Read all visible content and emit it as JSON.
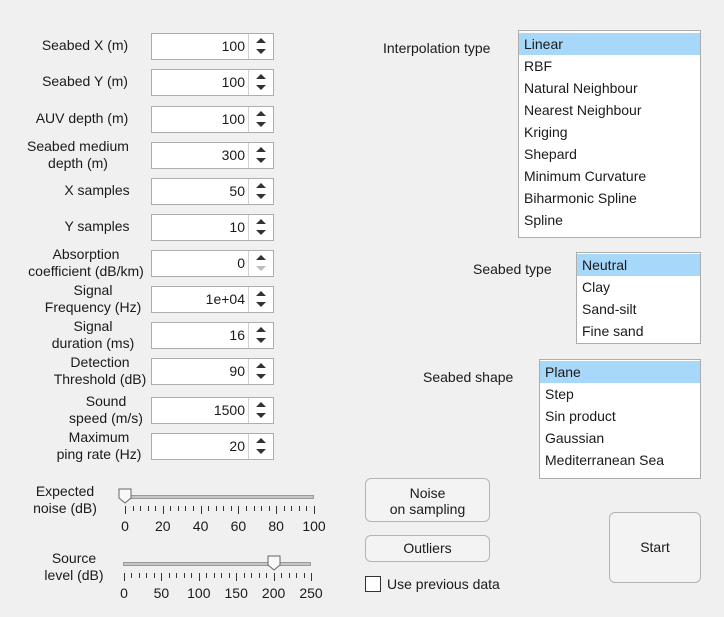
{
  "params": [
    {
      "label": "Seabed X (m)",
      "value": "100",
      "down_disabled": false
    },
    {
      "label": "Seabed Y (m)",
      "value": "100",
      "down_disabled": false
    },
    {
      "label": "AUV depth (m)",
      "value": "100",
      "down_disabled": false
    },
    {
      "label": "Seabed medium\ndepth (m)",
      "value": "300",
      "down_disabled": false
    },
    {
      "label": "X samples",
      "value": "50",
      "down_disabled": false
    },
    {
      "label": "Y samples",
      "value": "10",
      "down_disabled": false
    },
    {
      "label": "Absorption\ncoefficient (dB/km)",
      "value": "0",
      "down_disabled": true
    },
    {
      "label": "Signal\nFrequency (Hz)",
      "value": "1e+04",
      "down_disabled": false
    },
    {
      "label": "Signal\nduration (ms)",
      "value": "16",
      "down_disabled": false
    },
    {
      "label": "Detection\nThreshold (dB)",
      "value": "90",
      "down_disabled": false
    },
    {
      "label": "Sound\nspeed (m/s)",
      "value": "1500",
      "down_disabled": false
    },
    {
      "label": "Maximum\nping rate (Hz)",
      "value": "20",
      "down_disabled": false
    }
  ],
  "noise_slider": {
    "label": "Expected\nnoise (dB)",
    "min": 0,
    "max": 100,
    "value": 0,
    "major_ticks": [
      "0",
      "20",
      "40",
      "60",
      "80",
      "100"
    ]
  },
  "source_slider": {
    "label": "Source\nlevel (dB)",
    "min": 0,
    "max": 250,
    "value": 200,
    "major_ticks": [
      "0",
      "50",
      "100",
      "150",
      "200",
      "250"
    ]
  },
  "interpolation": {
    "label": "Interpolation type",
    "items": [
      "Linear",
      "RBF",
      "Natural Neighbour",
      "Nearest Neighbour",
      "Kriging",
      "Shepard",
      "Minimum Curvature",
      "Biharmonic Spline",
      "Spline"
    ],
    "selected": 0
  },
  "seabed_type": {
    "label": "Seabed type",
    "items": [
      "Neutral",
      "Clay",
      "Sand-silt",
      "Fine sand"
    ],
    "selected": 0
  },
  "seabed_shape": {
    "label": "Seabed shape",
    "items": [
      "Plane",
      "Step",
      "Sin product",
      "Gaussian",
      "Mediterranean Sea"
    ],
    "selected": 0
  },
  "buttons": {
    "noise_on_sampling": "Noise\non sampling",
    "outliers": "Outliers",
    "start": "Start"
  },
  "checkbox": {
    "label": "Use previous data",
    "checked": false
  }
}
